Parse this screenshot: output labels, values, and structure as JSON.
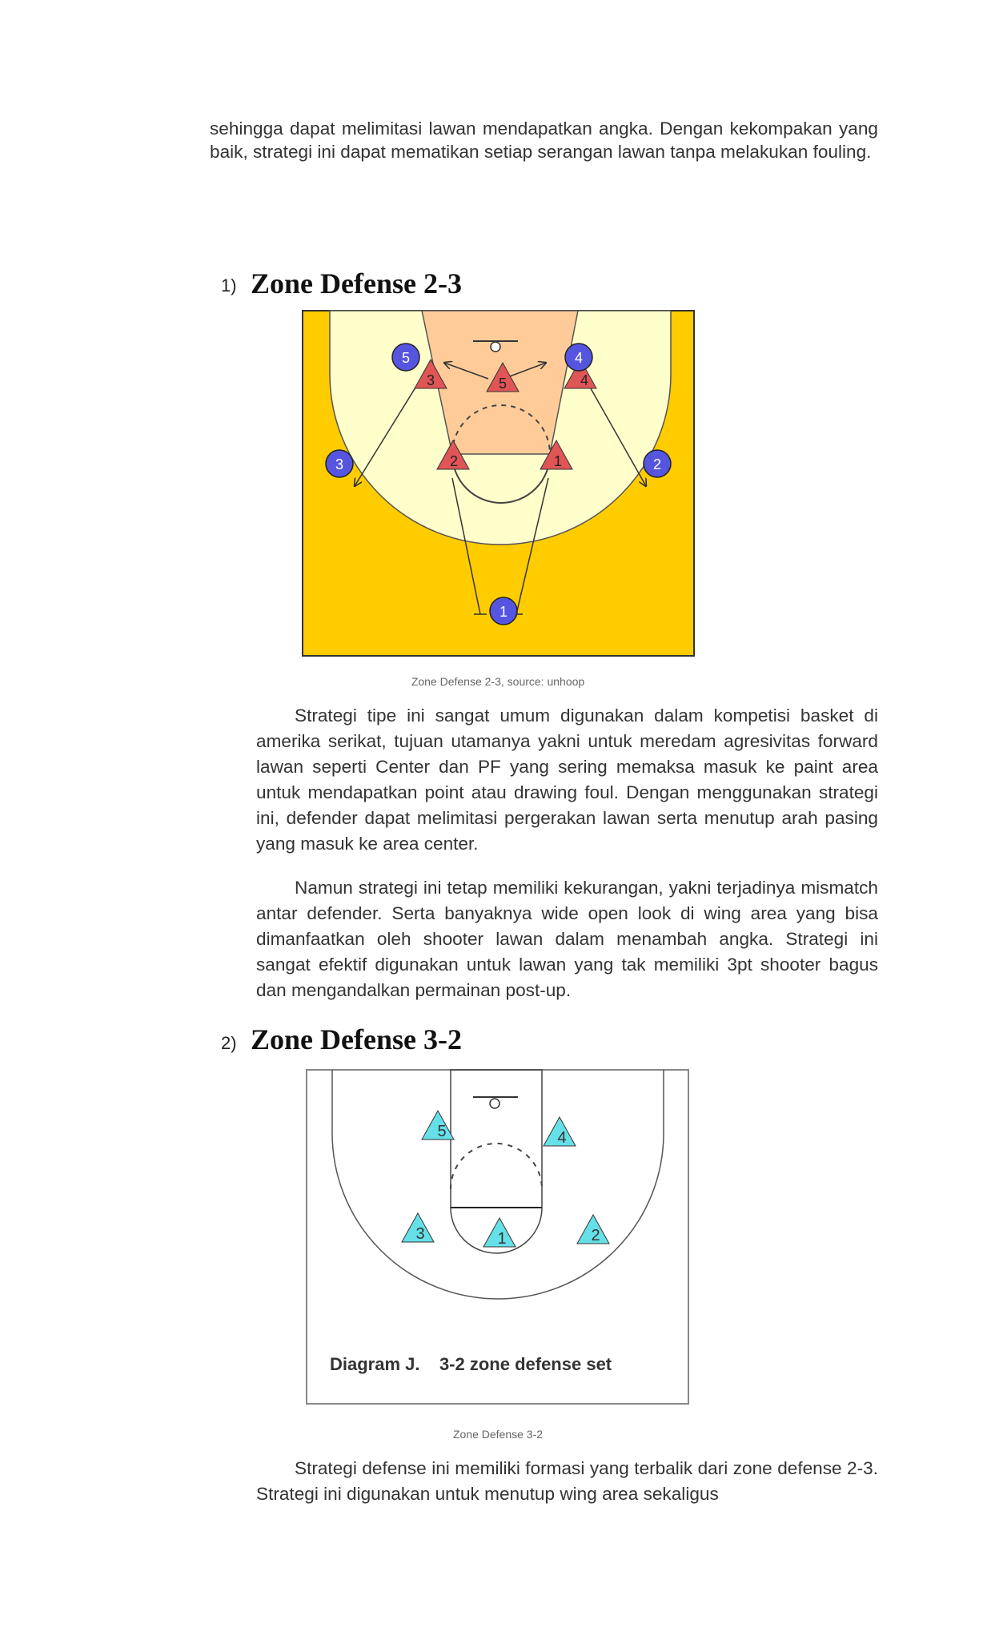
{
  "intro_paragraph": "sehingga dapat melimitasi lawan mendapatkan angka. Dengan kekompakan yang baik, strategi ini dapat mematikan setiap serangan lawan tanpa melakukan fouling.",
  "section1": {
    "number": "1)",
    "title": "Zone Defense 2-3",
    "caption": "Zone Defense 2-3, source: unhoop",
    "diagram": {
      "defenders": [
        "1",
        "2",
        "3",
        "4",
        "5"
      ],
      "attackers": [
        "1",
        "2",
        "3",
        "4",
        "5"
      ],
      "colors": {
        "court": "#ffcc00",
        "arc_area": "#ffffcc",
        "paint": "#ffcc99",
        "defender": "#e05555",
        "attacker": "#5555e0"
      }
    },
    "paragraphs": [
      "Strategi tipe ini sangat umum digunakan dalam kompetisi basket di amerika serikat, tujuan utamanya yakni untuk meredam agresivitas forward lawan seperti Center dan PF yang sering memaksa masuk ke paint area untuk mendapatkan point atau drawing foul. Dengan menggunakan strategi ini, defender dapat melimitasi pergerakan lawan serta menutup arah pasing yang masuk ke area center.",
      "Namun strategi ini tetap memiliki kekurangan, yakni terjadinya mismatch antar defender. Serta banyaknya wide open look di wing area yang bisa dimanfaatkan oleh shooter lawan dalam menambah angka. Strategi ini sangat efektif digunakan untuk lawan yang tak memiliki 3pt shooter bagus dan mengandalkan permainan post-up."
    ]
  },
  "section2": {
    "number": "2)",
    "title": "Zone Defense 3-2",
    "caption": "Zone Defense 3-2",
    "diagram": {
      "label": "Diagram J.    3-2 zone defense set",
      "defenders": [
        "1",
        "2",
        "3",
        "4",
        "5"
      ],
      "colors": {
        "court": "#ffffff",
        "defender": "#66e0e8"
      }
    },
    "paragraphs": [
      "Strategi defense ini memiliki formasi yang terbalik dari zone defense 2-3. Strategi ini digunakan untuk menutup wing area sekaligus"
    ]
  }
}
